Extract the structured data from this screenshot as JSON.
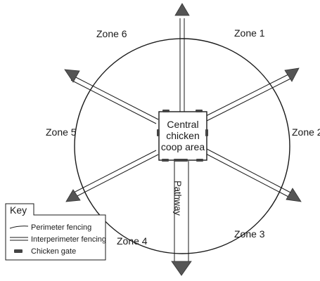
{
  "diagram": {
    "coop": {
      "line1": "Central",
      "line2": "chicken",
      "line3": "coop area"
    },
    "pathway_label": "Pathway",
    "zones": {
      "zone1": "Zone 1",
      "zone2": "Zone 2",
      "zone3": "Zone 3",
      "zone4": "Zone 4",
      "zone5": "Zone 5",
      "zone6": "Zone 6"
    },
    "key": {
      "title": "Key",
      "items": [
        {
          "label": "Perimeter fencing",
          "icon": "single-line-icon"
        },
        {
          "label": "Interperimeter fencing",
          "icon": "double-line-icon"
        },
        {
          "label": "Chicken gate",
          "icon": "gate-icon"
        }
      ]
    },
    "colors": {
      "ink": "#1a1a1a",
      "arrowhead": "#555555",
      "gate": "#444444"
    }
  }
}
